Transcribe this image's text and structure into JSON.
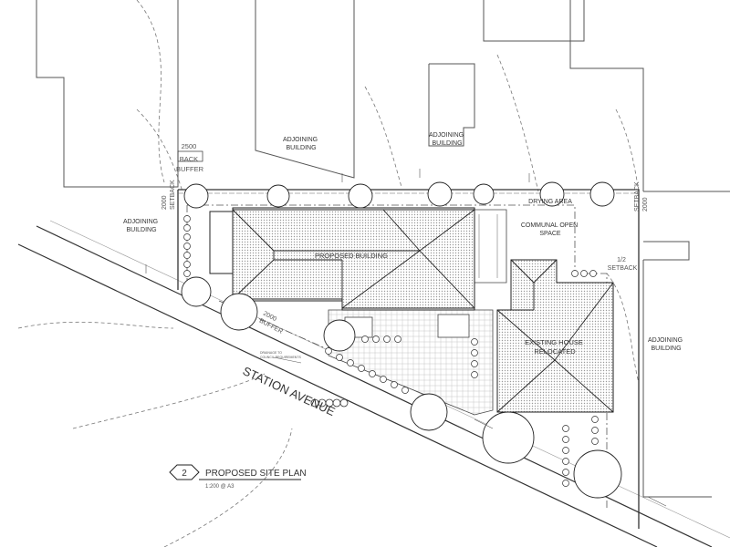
{
  "labels": {
    "adjoining_nw": [
      "ADJOINING",
      "BUILDING"
    ],
    "adjoining_n": [
      "ADJOINING",
      "BUILDING"
    ],
    "adjoining_w": [
      "ADJOINING",
      "BUILDING"
    ],
    "adjoining_e": [
      "ADJOINING",
      "BUILDING"
    ],
    "proposed_building": "PROPOSED BUILDING",
    "existing_house": [
      "EXISTING HOUSE",
      "RELOCATED"
    ],
    "drying_area": "DRYING AREA",
    "communal_open_space": [
      "COMMUNAL OPEN",
      "SPACE"
    ],
    "street_name": "STATION AVENUE",
    "buffer_top_dim": "2500",
    "buffer_top_label": [
      "BACK",
      "BUFFER"
    ],
    "setback_left": [
      "2000",
      "SETBACK"
    ],
    "setback_right": [
      "SETBACK",
      "2000"
    ],
    "setback_mid": [
      "1/2",
      "SETBACK"
    ],
    "buffer_front": [
      "2000",
      "BUFFER"
    ],
    "note_small": [
      "DRAINAGE TO",
      "COUNCIL REQUIREMENTS"
    ]
  },
  "title_block": {
    "number": "2",
    "title": "PROPOSED SITE PLAN",
    "scale": "1:200 @ A3"
  }
}
